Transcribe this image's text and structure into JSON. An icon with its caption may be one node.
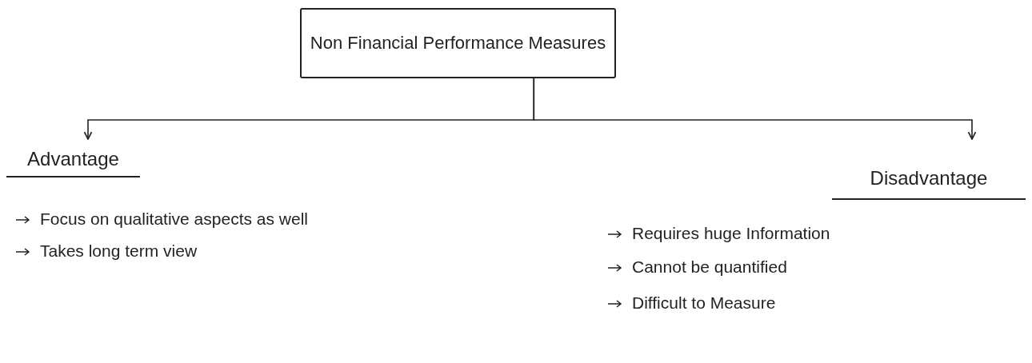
{
  "diagram": {
    "nodes": [
      {
        "text": [
          "Non Financial Performance Measures"
        ]
      },
      {
        "text": [
          "Advantage"
        ]
      },
      {
        "text": [
          "Disadvantage"
        ]
      }
    ],
    "edges": [
      {
        "from": 0,
        "to": 1,
        "arrow": "to"
      },
      {
        "from": 0,
        "to": 2,
        "arrow": "to"
      }
    ],
    "labels": [
      "Focus on qualitative aspects as well",
      "Requires huge Information",
      "Takes long term view",
      "Cannot be quantified",
      "Difficult to Measure"
    ]
  }
}
